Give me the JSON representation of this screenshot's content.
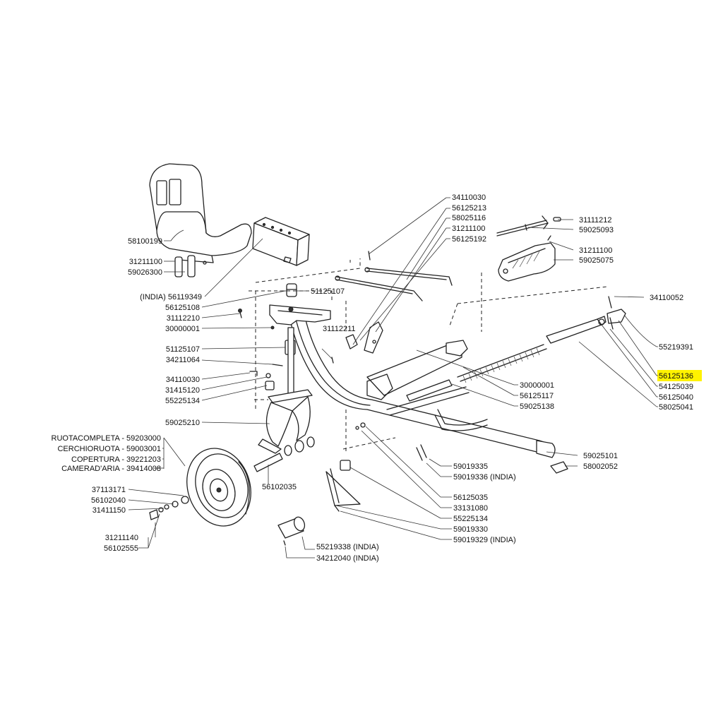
{
  "highlight_color": "#fff200",
  "labels": {
    "l_58100199": "58100199",
    "l_31211100a": "31211100",
    "l_59026300": "59026300",
    "l_56119349": "(INDIA) 56119349",
    "l_56125108": "56125108",
    "l_31112210": "31112210",
    "l_30000001a": "30000001",
    "l_51125107a": "51125107",
    "l_51125107b": "51125107",
    "l_34211064": "34211064",
    "l_34110030a": "34110030",
    "l_31415120": "31415120",
    "l_55225134a": "55225134",
    "l_59025210": "59025210",
    "l_ruota": "RUOTACOMPLETA - 59203000",
    "l_cerchio": "CERCHIORUOTA - 59003001",
    "l_copertura": "COPERTURA - 39221203",
    "l_camera": "CAMERAD'ARIA - 39414008",
    "l_37113171": "37113171",
    "l_56102040": "56102040",
    "l_31411150": "31411150",
    "l_31211140": "31211140",
    "l_56102555": "56102555",
    "l_56102035": "56102035",
    "l_55219338": "55219338 (INDIA)",
    "l_34212040": "34212040 (INDIA)",
    "l_31112211": "31112211",
    "l_34110030b": "34110030",
    "l_56125213": "56125213",
    "l_58025116": "58025116",
    "l_31211100b": "31211100",
    "l_56125192": "56125192",
    "l_31111212": "31111212",
    "l_59025093": "59025093",
    "l_31211100c": "31211100",
    "l_59025075": "59025075",
    "l_34110052": "34110052",
    "l_55219391": "55219391",
    "l_56125136": "56125136",
    "l_54125039": "54125039",
    "l_56125040": "56125040",
    "l_58025041": "58025041",
    "l_30000001b": "30000001",
    "l_56125117": "56125117",
    "l_59025138": "59025138",
    "l_59025101": "59025101",
    "l_58002052": "58002052",
    "l_59019335": "59019335",
    "l_59019336": "59019336 (INDIA)",
    "l_56125035": "56125035",
    "l_33131080": "33131080",
    "l_55225134b": "55225134",
    "l_59019330": "59019330",
    "l_59019329": "59019329 (INDIA)"
  }
}
